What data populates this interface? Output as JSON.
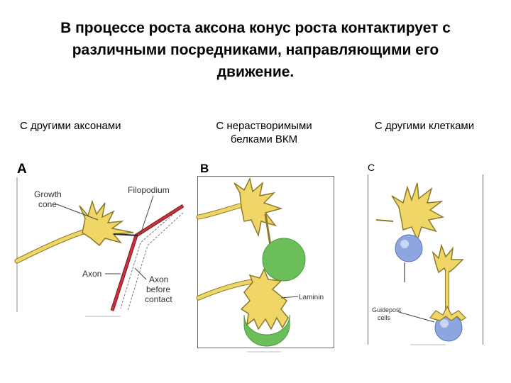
{
  "title_lines": [
    "В процессе роста аксона конус роста контактирует с",
    "различными посредниками, направляющими его",
    "движение."
  ],
  "columns": [
    {
      "label": "С другими аксонами"
    },
    {
      "label_lines": [
        "С нерастворимыми",
        "белками ВКМ"
      ]
    },
    {
      "label": "С другими клетками"
    }
  ],
  "panel_a": {
    "letter": "A",
    "growth_cone_lines": [
      "Growth",
      "cone"
    ],
    "filopodium": "Filopodium",
    "axon": "Axon",
    "axon_before_lines": [
      "Axon",
      "before",
      "contact"
    ]
  },
  "panel_b": {
    "letter": "B",
    "laminin": "Laminin"
  },
  "panel_c": {
    "letter": "C",
    "guidepost_lines": [
      "Guidepost",
      "cells"
    ]
  },
  "colors": {
    "neuron_fill": "#efd666",
    "neuron_stroke": "#8a7a2a",
    "axon_red": "#c8323c",
    "laminin_green": "#6cbe5a",
    "guidepost_blue": "#8ea6e0"
  }
}
